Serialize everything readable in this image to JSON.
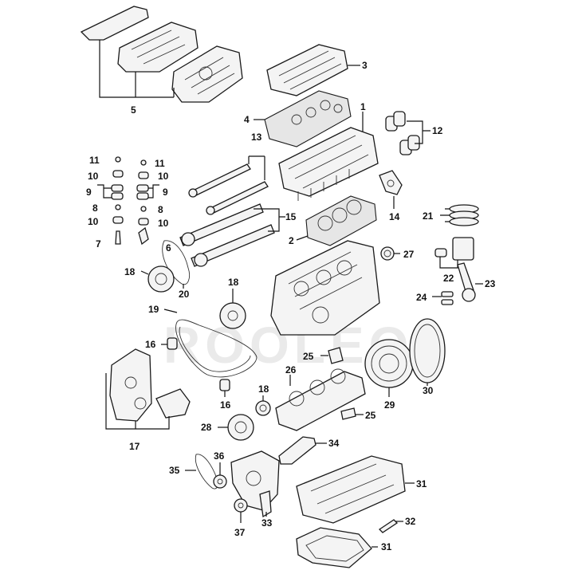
{
  "watermark": "ROOLEO",
  "callouts": {
    "c1": "1",
    "c2": "2",
    "c3": "3",
    "c4": "4",
    "c5": "5",
    "c6": "6",
    "c7": "7",
    "c8a": "8",
    "c8b": "8",
    "c9a": "9",
    "c9b": "9",
    "c10a": "10",
    "c10b": "10",
    "c10c": "10",
    "c10d": "10",
    "c11a": "11",
    "c11b": "11",
    "c12": "12",
    "c13": "13",
    "c14": "14",
    "c15": "15",
    "c16a": "16",
    "c16b": "16",
    "c17": "17",
    "c18a": "18",
    "c18b": "18",
    "c18c": "18",
    "c19": "19",
    "c20": "20",
    "c21": "21",
    "c22": "22",
    "c23": "23",
    "c24": "24",
    "c25a": "25",
    "c25b": "25",
    "c26": "26",
    "c27": "27",
    "c28": "28",
    "c29": "29",
    "c30": "30",
    "c31a": "31",
    "c31b": "31",
    "c32": "32",
    "c33": "33",
    "c34": "34",
    "c35": "35",
    "c36": "36",
    "c37": "37"
  }
}
